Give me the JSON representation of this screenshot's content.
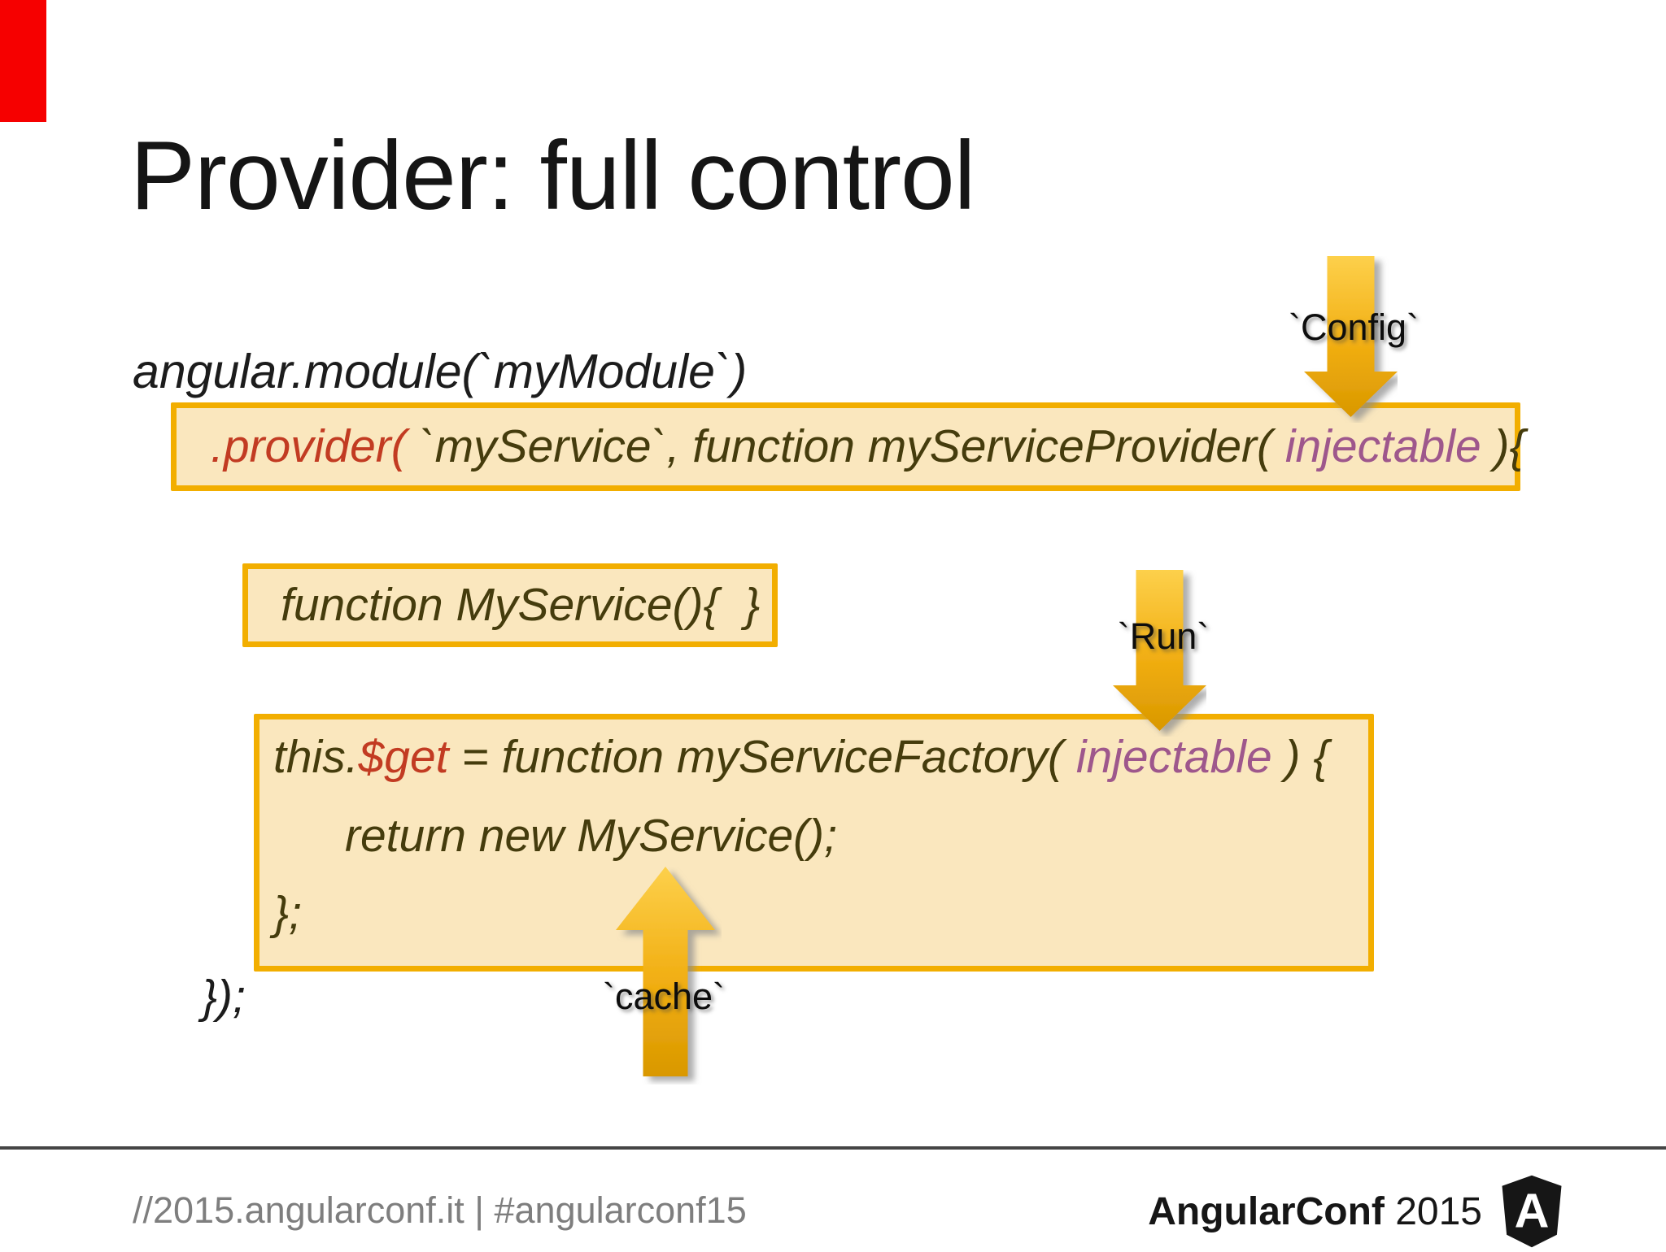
{
  "slide": {
    "title": "Provider: full control"
  },
  "code": {
    "module_line": "angular.module(`myModule`)",
    "provider_box": {
      "part_provider": ".provider(",
      "part_mid": " `myService`, function myServiceProvider( ",
      "part_injectable": "injectable",
      "part_end": " ){"
    },
    "service_box": {
      "text": "function MyService(){  }"
    },
    "get_box": {
      "l1_this": "this.",
      "l1_get": "$get",
      "l1_mid": " = function myServiceFactory( ",
      "l1_injectable": "injectable",
      "l1_end": " ) {",
      "line2": "return new MyService();",
      "line3": "};"
    },
    "closing": "});"
  },
  "annotations": {
    "config_label": "`Config`",
    "run_label": "`Run`",
    "cache_label": "`cache`"
  },
  "colors": {
    "accent_bar": "#f60000",
    "box_border": "#F2AE00",
    "box_fill": "#FAE7BE",
    "code_dark": "#453C0D",
    "code_red": "#C23B22",
    "code_purple": "#9E578C",
    "arrow_gold": "#F1AE12"
  },
  "footer": {
    "left_text": "//2015.angularconf.it | #angularconf15",
    "brand_name": "AngularConf",
    "brand_year": " 2015",
    "logo_letter": "A"
  }
}
